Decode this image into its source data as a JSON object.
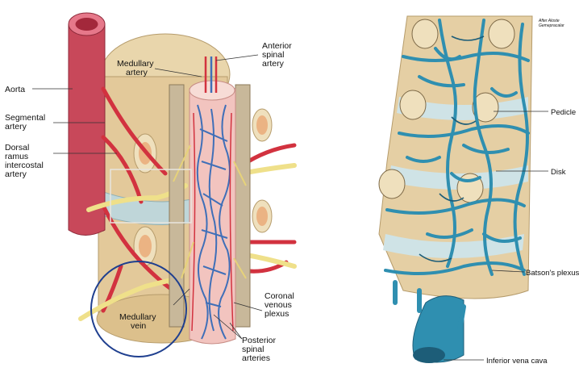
{
  "left_panel": {
    "labels": {
      "aorta": "Aorta",
      "segmental_artery": [
        "Segmental",
        "artery"
      ],
      "dorsal_ramus": [
        "Dorsal",
        "ramus",
        "intercostal",
        "artery"
      ],
      "medullary_artery": [
        "Medullary",
        "artery"
      ],
      "anterior_spinal_artery": [
        "Anterior",
        "spinal",
        "artery"
      ],
      "medullary_vein": [
        "Medullary",
        "vein"
      ],
      "coronal_venous_plexus": [
        "Coronal",
        "venous",
        "plexus"
      ],
      "posterior_spinal_arteries": [
        "Posterior",
        "spinal",
        "arteries"
      ]
    },
    "colors": {
      "artery": "#d2323f",
      "aorta": "#c8485a",
      "vertebra": "#e7cfa1",
      "disk": "#bcd6d8",
      "nerve": "#efe08a",
      "vein": "#3f6fb8",
      "highlight_circle": "#1f3f8f"
    }
  },
  "right_panel": {
    "signature": [
      "After Aloste",
      "Gemepracalar"
    ],
    "labels": {
      "pedicle": "Pedicle",
      "disk": "Disk",
      "batsons_plexus": "Batson's plexus",
      "inferior_vena_cava": "Inferior vena cava"
    },
    "colors": {
      "plexus": "#2f8fb0",
      "plexus_dark": "#1d5d78",
      "vertebra": "#e5cfa4",
      "disk": "#cfe3e6"
    }
  }
}
